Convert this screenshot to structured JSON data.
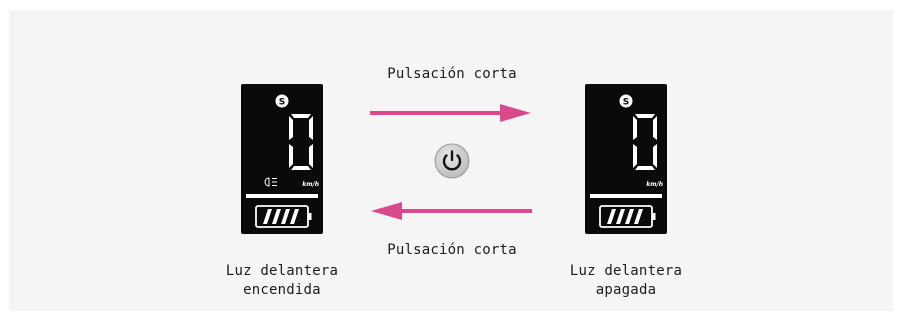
{
  "arrows": {
    "top_label": "Pulsación corta",
    "bottom_label": "Pulsación corta",
    "color": "#d94a8c"
  },
  "displays": [
    {
      "caption_line1": "Luz delantera",
      "caption_line2": "encendida",
      "speed": "0",
      "mode_badge": "S",
      "unit": "km/h",
      "headlight_on": true,
      "battery_icon": "battery-full-icon"
    },
    {
      "caption_line1": "Luz delantera",
      "caption_line2": "apagada",
      "speed": "0",
      "mode_badge": "S",
      "unit": "km/h",
      "headlight_on": false,
      "battery_icon": "battery-full-icon"
    }
  ],
  "power_button": {
    "icon": "power-icon"
  }
}
